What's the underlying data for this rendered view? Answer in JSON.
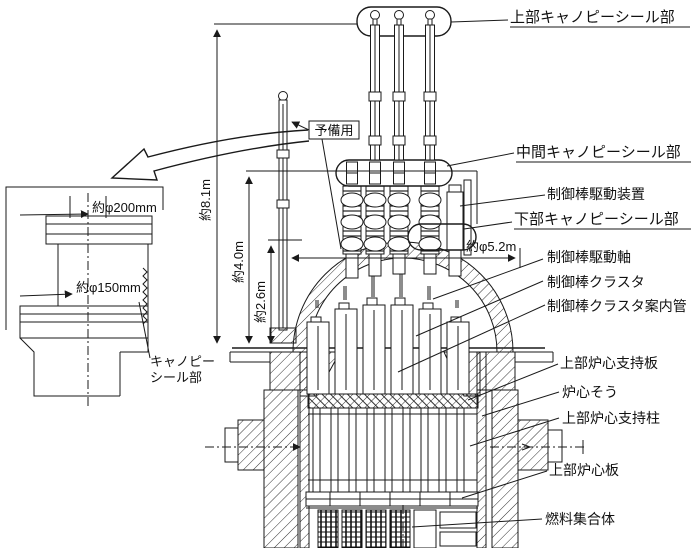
{
  "drawing": {
    "right_labels": [
      {
        "text": "上部キャノピーシール部"
      },
      {
        "text": "中間キャノピーシール部"
      },
      {
        "text": "制御棒駆動装置"
      },
      {
        "text": "下部キャノピーシール部"
      },
      {
        "text": "制御棒駆動軸"
      },
      {
        "text": "制御棒クラスタ"
      },
      {
        "text": "制御棒クラスタ案内管"
      },
      {
        "text": "上部炉心支持板"
      },
      {
        "text": "炉心そう"
      },
      {
        "text": "上部炉心支持柱"
      },
      {
        "text": "上部炉心板"
      },
      {
        "text": "燃料集合体"
      }
    ],
    "dimensions": {
      "total_height": "約8.1m",
      "mid_height": "約4.0m",
      "lower_height": "約2.6m",
      "head_diameter": "約φ5.2m",
      "detail_outer": "約φ200mm",
      "detail_inner": "約φ150mm"
    },
    "callouts": {
      "spare": "予備用",
      "canopy_line1": "キャノピー",
      "canopy_line2": "シール部"
    },
    "colors": {
      "ink": "#1a1a1a",
      "paper": "#ffffff"
    }
  }
}
